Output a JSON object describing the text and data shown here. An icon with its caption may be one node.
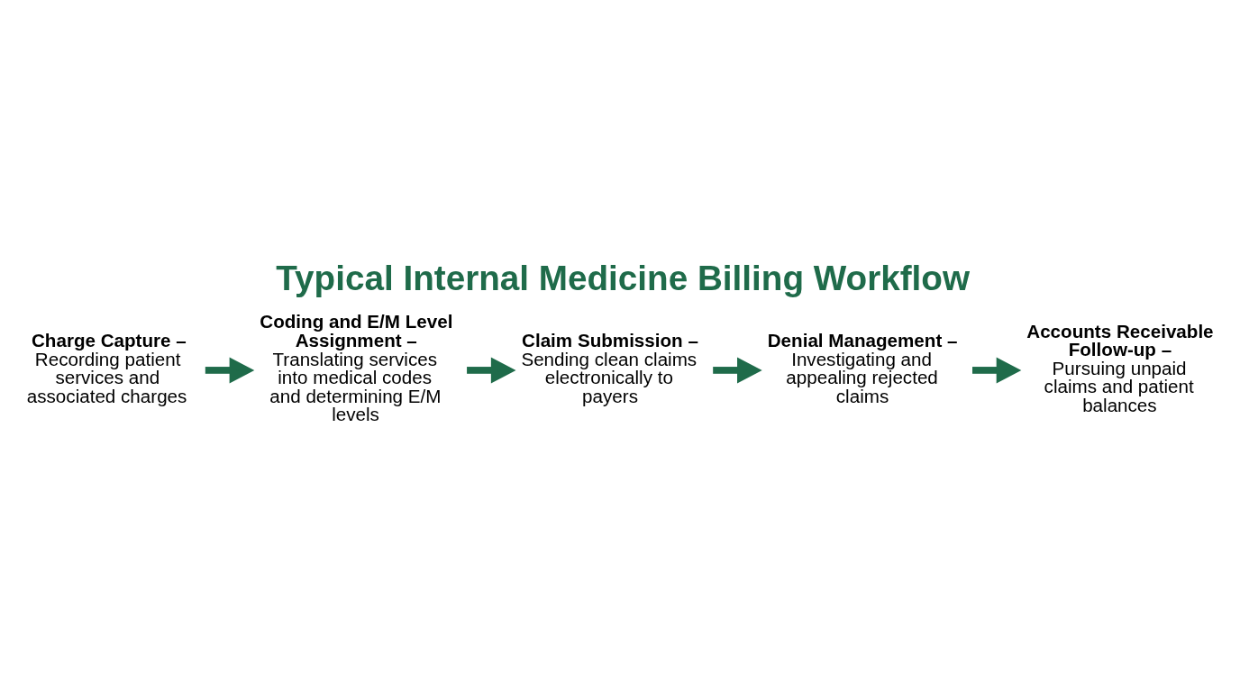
{
  "diagram": {
    "title": "Typical Internal Medicine Billing Workflow",
    "nodes": [
      {
        "text": [
          "Charge Capture –",
          "Recording patient services and associated charges"
        ]
      },
      {
        "text": [
          "Coding and E/M Level Assignment –",
          "Translating services into medical codes and determining E/M levels"
        ]
      },
      {
        "text": [
          "Claim Submission –",
          "Sending clean claims electronically to payers"
        ]
      },
      {
        "text": [
          "Denial Management –",
          "Investigating and appealing rejected claims"
        ]
      },
      {
        "text": [
          "Accounts Receivable Follow-up –",
          "Pursuing unpaid claims and patient balances"
        ]
      }
    ],
    "edges": [
      {
        "from": 0,
        "to": 1,
        "arrow": "to"
      },
      {
        "from": 1,
        "to": 2,
        "arrow": "to"
      },
      {
        "from": 2,
        "to": 3,
        "arrow": "to"
      },
      {
        "from": 3,
        "to": 4,
        "arrow": "to"
      }
    ]
  }
}
